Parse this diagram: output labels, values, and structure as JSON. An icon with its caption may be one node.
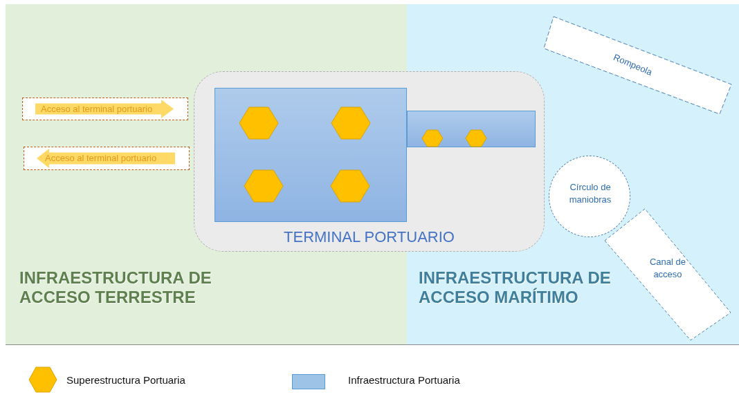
{
  "diagram": {
    "nodes": [
      {
        "text": [
          "INFRAESTRUCTURA DE ACCESO TERRESTRE"
        ]
      },
      {
        "text": [
          "INFRAESTRUCTURA DE ACCESO MARÍTIMO"
        ]
      },
      {
        "text": [
          "TERMINAL PORTUARIO"
        ]
      },
      {
        "text": [],
        "shape": "box"
      },
      {
        "text": [],
        "shape": "box"
      },
      {
        "text": [],
        "shape": "hexagon",
        "in": 3
      },
      {
        "text": [],
        "shape": "hexagon",
        "in": 3
      },
      {
        "text": [],
        "shape": "hexagon",
        "in": 3
      },
      {
        "text": [],
        "shape": "hexagon",
        "in": 3
      },
      {
        "text": [],
        "shape": "hexagon",
        "in": 4
      },
      {
        "text": [],
        "shape": "hexagon",
        "in": 4
      },
      {
        "text": [
          "Acceso al terminal portuario"
        ],
        "in": 0
      },
      {
        "text": [
          "Acceso al terminal portuario"
        ],
        "in": 0
      },
      {
        "text": [
          "Rompeola"
        ],
        "in": 1
      },
      {
        "text": [
          "Círculo de maniobras"
        ],
        "in": 1
      },
      {
        "text": [
          "Canal de acceso"
        ],
        "in": 1
      }
    ],
    "legend": [
      {
        "text": "Superestructura Portuaria",
        "color": "#ffc000"
      },
      {
        "text": "Infraestructura Portuaria",
        "color": "#9dc3e6"
      }
    ]
  }
}
